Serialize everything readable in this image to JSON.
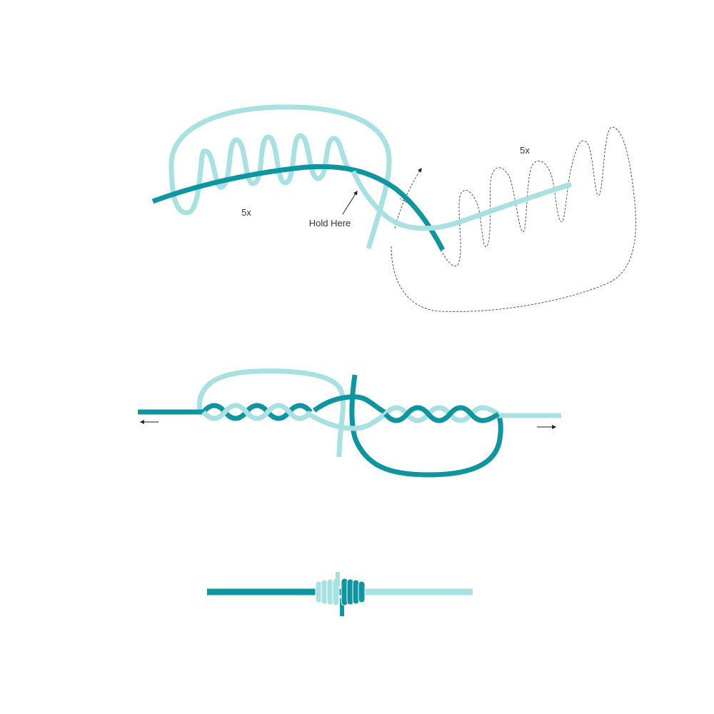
{
  "colors": {
    "line_dark": "#0e959f",
    "line_light": "#a9e0e2",
    "dashed": "#555555",
    "arrow": "#222222"
  },
  "step1": {
    "label_left_wraps": "5x",
    "label_right_wraps": "5x",
    "label_hold": "Hold Here"
  },
  "step2": {
    "arrow_left": "pull-left-arrow",
    "arrow_right": "pull-right-arrow"
  },
  "step3": {}
}
